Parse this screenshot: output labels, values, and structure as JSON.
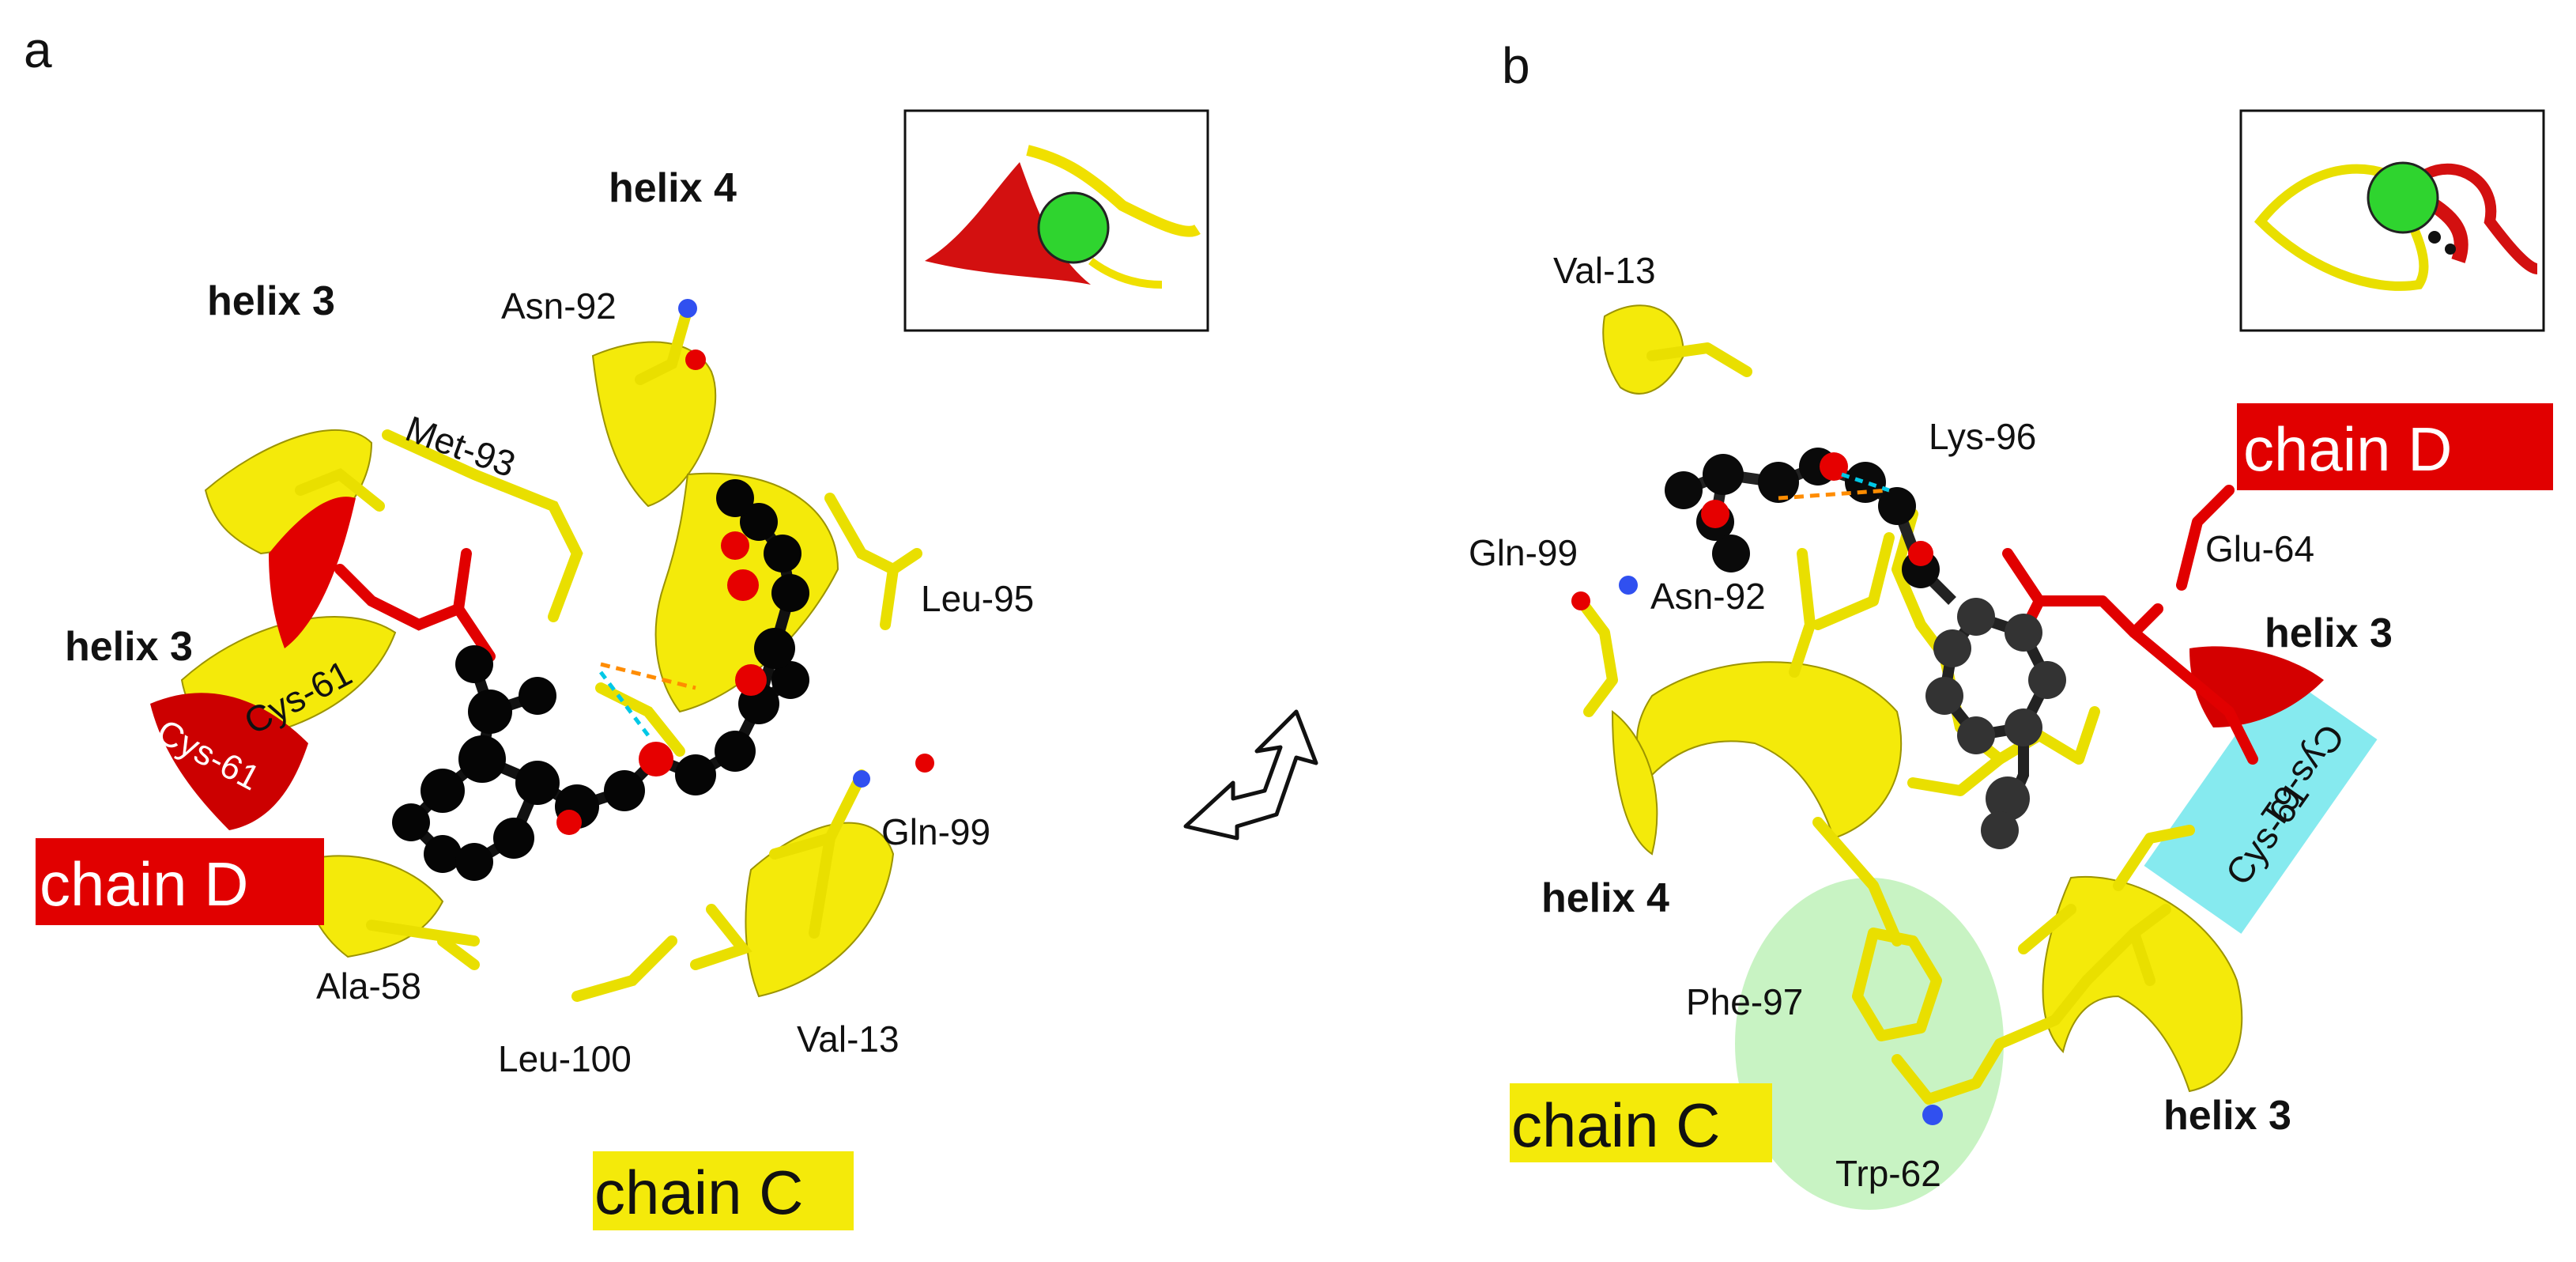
{
  "panel_a": {
    "letter": "a",
    "helix_labels": [
      "helix 4",
      "helix 3",
      "helix 3"
    ],
    "residue_labels": [
      "Asn-92",
      "Met-93",
      "Cys-61",
      "Leu-95",
      "Gln-99",
      "Ala-58",
      "Leu-100",
      "Val-13"
    ],
    "chain_d_tag": "Cys-61",
    "chain_d": "chain D",
    "chain_c": "chain C"
  },
  "panel_b": {
    "letter": "b",
    "helix_labels": [
      "helix 4",
      "helix 3",
      "helix 3"
    ],
    "residue_labels": [
      "Val-13",
      "Lys-96",
      "Gln-99",
      "Asn-92",
      "Glu-64",
      "Phe-97",
      "Trp-62"
    ],
    "cys_tag": "Cys-61",
    "cys_tag_mirrored": "Cys-61",
    "chain_d": "chain D",
    "chain_c": "chain C"
  },
  "colors": {
    "chain_c": "#f4ea0a",
    "chain_d": "#e10000",
    "ligand": "#000000",
    "cys_highlight": "#7fe9ee",
    "trp_highlight": "#c8f3c3",
    "sphere": "#2fd42f"
  },
  "icons": [
    "rotate-arrow-icon"
  ]
}
